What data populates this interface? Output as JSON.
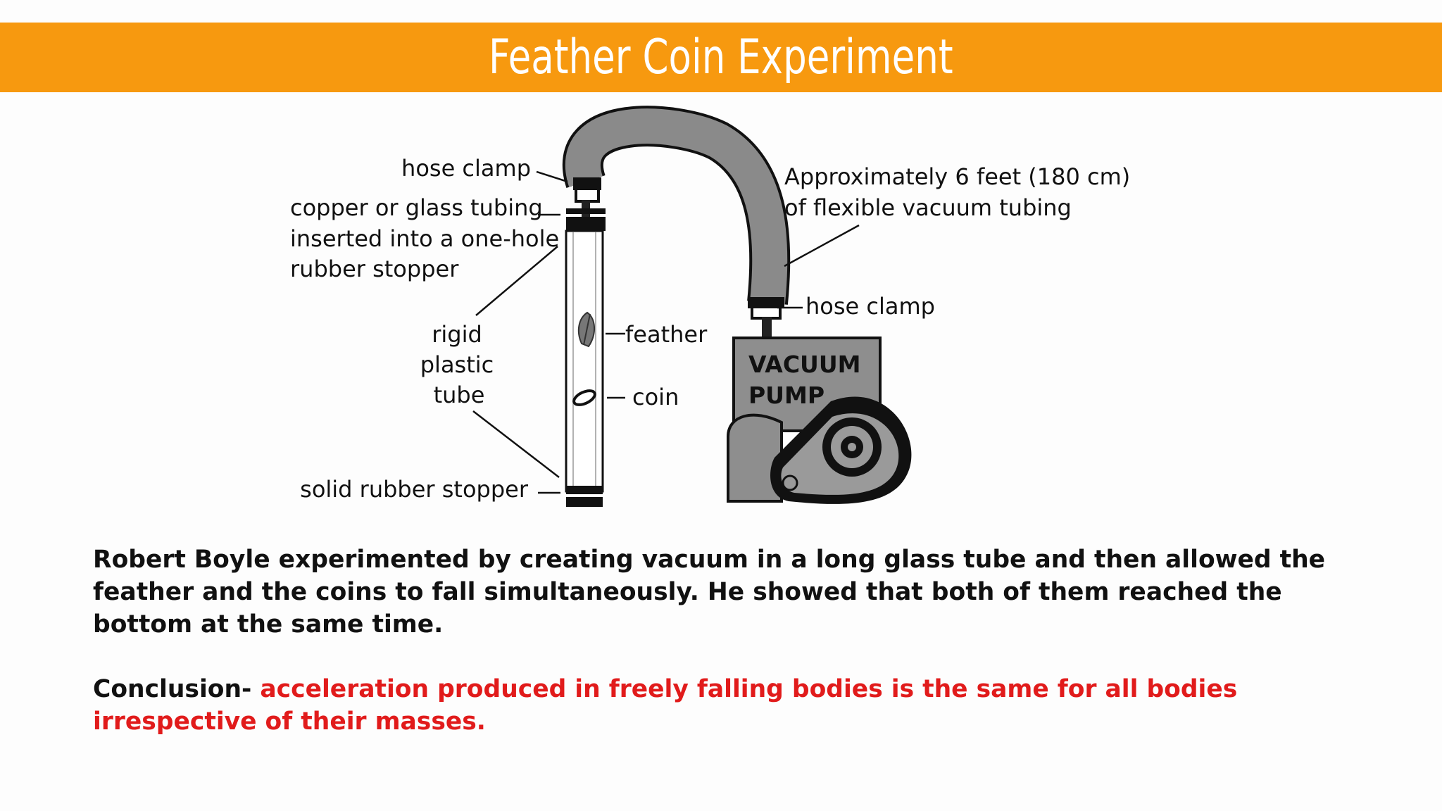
{
  "header": {
    "title": "Feather Coin Experiment"
  },
  "diagram": {
    "labels": {
      "hose_clamp_top": "hose clamp",
      "tubing_line1": "copper or glass tubing",
      "tubing_line2": "inserted into a one-hole",
      "tubing_line3": "rubber stopper",
      "rigid": "rigid",
      "plastic": "plastic",
      "tube": "tube",
      "solid_stopper": "solid rubber stopper",
      "feather": "feather",
      "coin": "coin",
      "flex_line1": "Approximately 6 feet (180 cm)",
      "flex_line2": "of flexible vacuum tubing",
      "hose_clamp_right": "hose clamp",
      "pump_line1": "VACUUM",
      "pump_line2": "PUMP"
    }
  },
  "body": {
    "description": "Robert Boyle experimented by creating vacuum in a long glass tube and then allowed the feather and the coins to fall simultaneously. He showed that both of them reached the bottom at the same time.",
    "conclusion_label": "Conclusion-",
    "conclusion_text": "acceleration produced in freely falling bodies is the same for all bodies irrespective of their masses."
  },
  "colors": {
    "header_bg": "#f7990f",
    "conclusion_text": "#e11b1b"
  }
}
